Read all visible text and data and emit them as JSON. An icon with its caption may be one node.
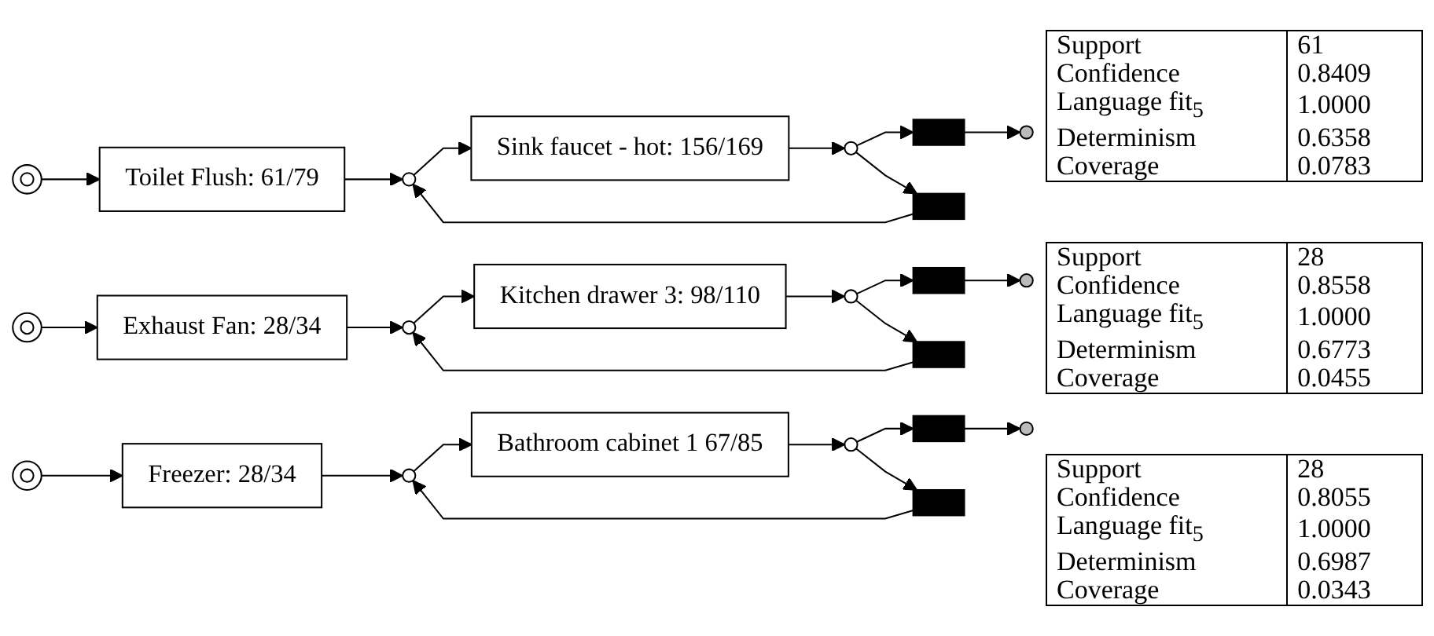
{
  "diagram": {
    "nodes": [
      {
        "text": [],
        "shape": "circle"
      },
      {
        "text": [
          "Toilet Flush: 61/79"
        ]
      },
      {
        "text": [],
        "shape": "circle"
      },
      {
        "text": [
          "Sink faucet - hot: 156/169"
        ]
      },
      {
        "text": [],
        "shape": "circle"
      },
      {
        "text": [],
        "shape": "box"
      },
      {
        "text": [],
        "shape": "box"
      },
      {
        "text": [],
        "shape": "circle"
      },
      {
        "text": [],
        "shape": "circle"
      },
      {
        "text": [
          "Exhaust Fan: 28/34"
        ]
      },
      {
        "text": [],
        "shape": "circle"
      },
      {
        "text": [
          "Kitchen drawer 3: 98/110"
        ]
      },
      {
        "text": [],
        "shape": "circle"
      },
      {
        "text": [],
        "shape": "box"
      },
      {
        "text": [],
        "shape": "box"
      },
      {
        "text": [],
        "shape": "circle"
      },
      {
        "text": [],
        "shape": "circle"
      },
      {
        "text": [
          "Freezer: 28/34"
        ]
      },
      {
        "text": [],
        "shape": "circle"
      },
      {
        "text": [
          "Bathroom cabinet 1 67/85"
        ]
      },
      {
        "text": [],
        "shape": "circle"
      },
      {
        "text": [],
        "shape": "box"
      },
      {
        "text": [],
        "shape": "box"
      },
      {
        "text": [],
        "shape": "circle"
      }
    ],
    "edges": [
      {
        "from": 0,
        "to": 1,
        "arrow": "to"
      },
      {
        "from": 1,
        "to": 2,
        "arrow": "to"
      },
      {
        "from": 2,
        "to": 3,
        "arrow": "to"
      },
      {
        "from": 3,
        "to": 4,
        "arrow": "to"
      },
      {
        "from": 4,
        "to": 5,
        "arrow": "to"
      },
      {
        "from": 4,
        "to": 6,
        "arrow": "to"
      },
      {
        "from": 5,
        "to": 7,
        "arrow": "to"
      },
      {
        "from": 6,
        "to": 2,
        "arrow": "to"
      },
      {
        "from": 8,
        "to": 9,
        "arrow": "to"
      },
      {
        "from": 9,
        "to": 10,
        "arrow": "to"
      },
      {
        "from": 10,
        "to": 11,
        "arrow": "to"
      },
      {
        "from": 11,
        "to": 12,
        "arrow": "to"
      },
      {
        "from": 12,
        "to": 13,
        "arrow": "to"
      },
      {
        "from": 12,
        "to": 14,
        "arrow": "to"
      },
      {
        "from": 13,
        "to": 15,
        "arrow": "to"
      },
      {
        "from": 14,
        "to": 10,
        "arrow": "to"
      },
      {
        "from": 16,
        "to": 17,
        "arrow": "to"
      },
      {
        "from": 17,
        "to": 18,
        "arrow": "to"
      },
      {
        "from": 18,
        "to": 19,
        "arrow": "to"
      },
      {
        "from": 19,
        "to": 20,
        "arrow": "to"
      },
      {
        "from": 20,
        "to": 21,
        "arrow": "to"
      },
      {
        "from": 20,
        "to": 22,
        "arrow": "to"
      },
      {
        "from": 21,
        "to": 23,
        "arrow": "to"
      },
      {
        "from": 22,
        "to": 18,
        "arrow": "to"
      }
    ],
    "labels": [
      "Support",
      "61",
      "Confidence",
      "0.8409",
      "Language fit$_{5}$",
      "1.0000",
      "Determinism",
      "0.6358",
      "Coverage",
      "0.0783",
      "Support",
      "28",
      "Confidence",
      "0.8558",
      "Language fit$_{5}$",
      "1.0000",
      "Determinism",
      "0.6773",
      "Coverage",
      "0.0455",
      "Support",
      "28",
      "Confidence",
      "0.8055",
      "Language fit$_{5}$",
      "1.0000",
      "Determinism",
      "0.6987",
      "Coverage",
      "0.0343"
    ]
  }
}
